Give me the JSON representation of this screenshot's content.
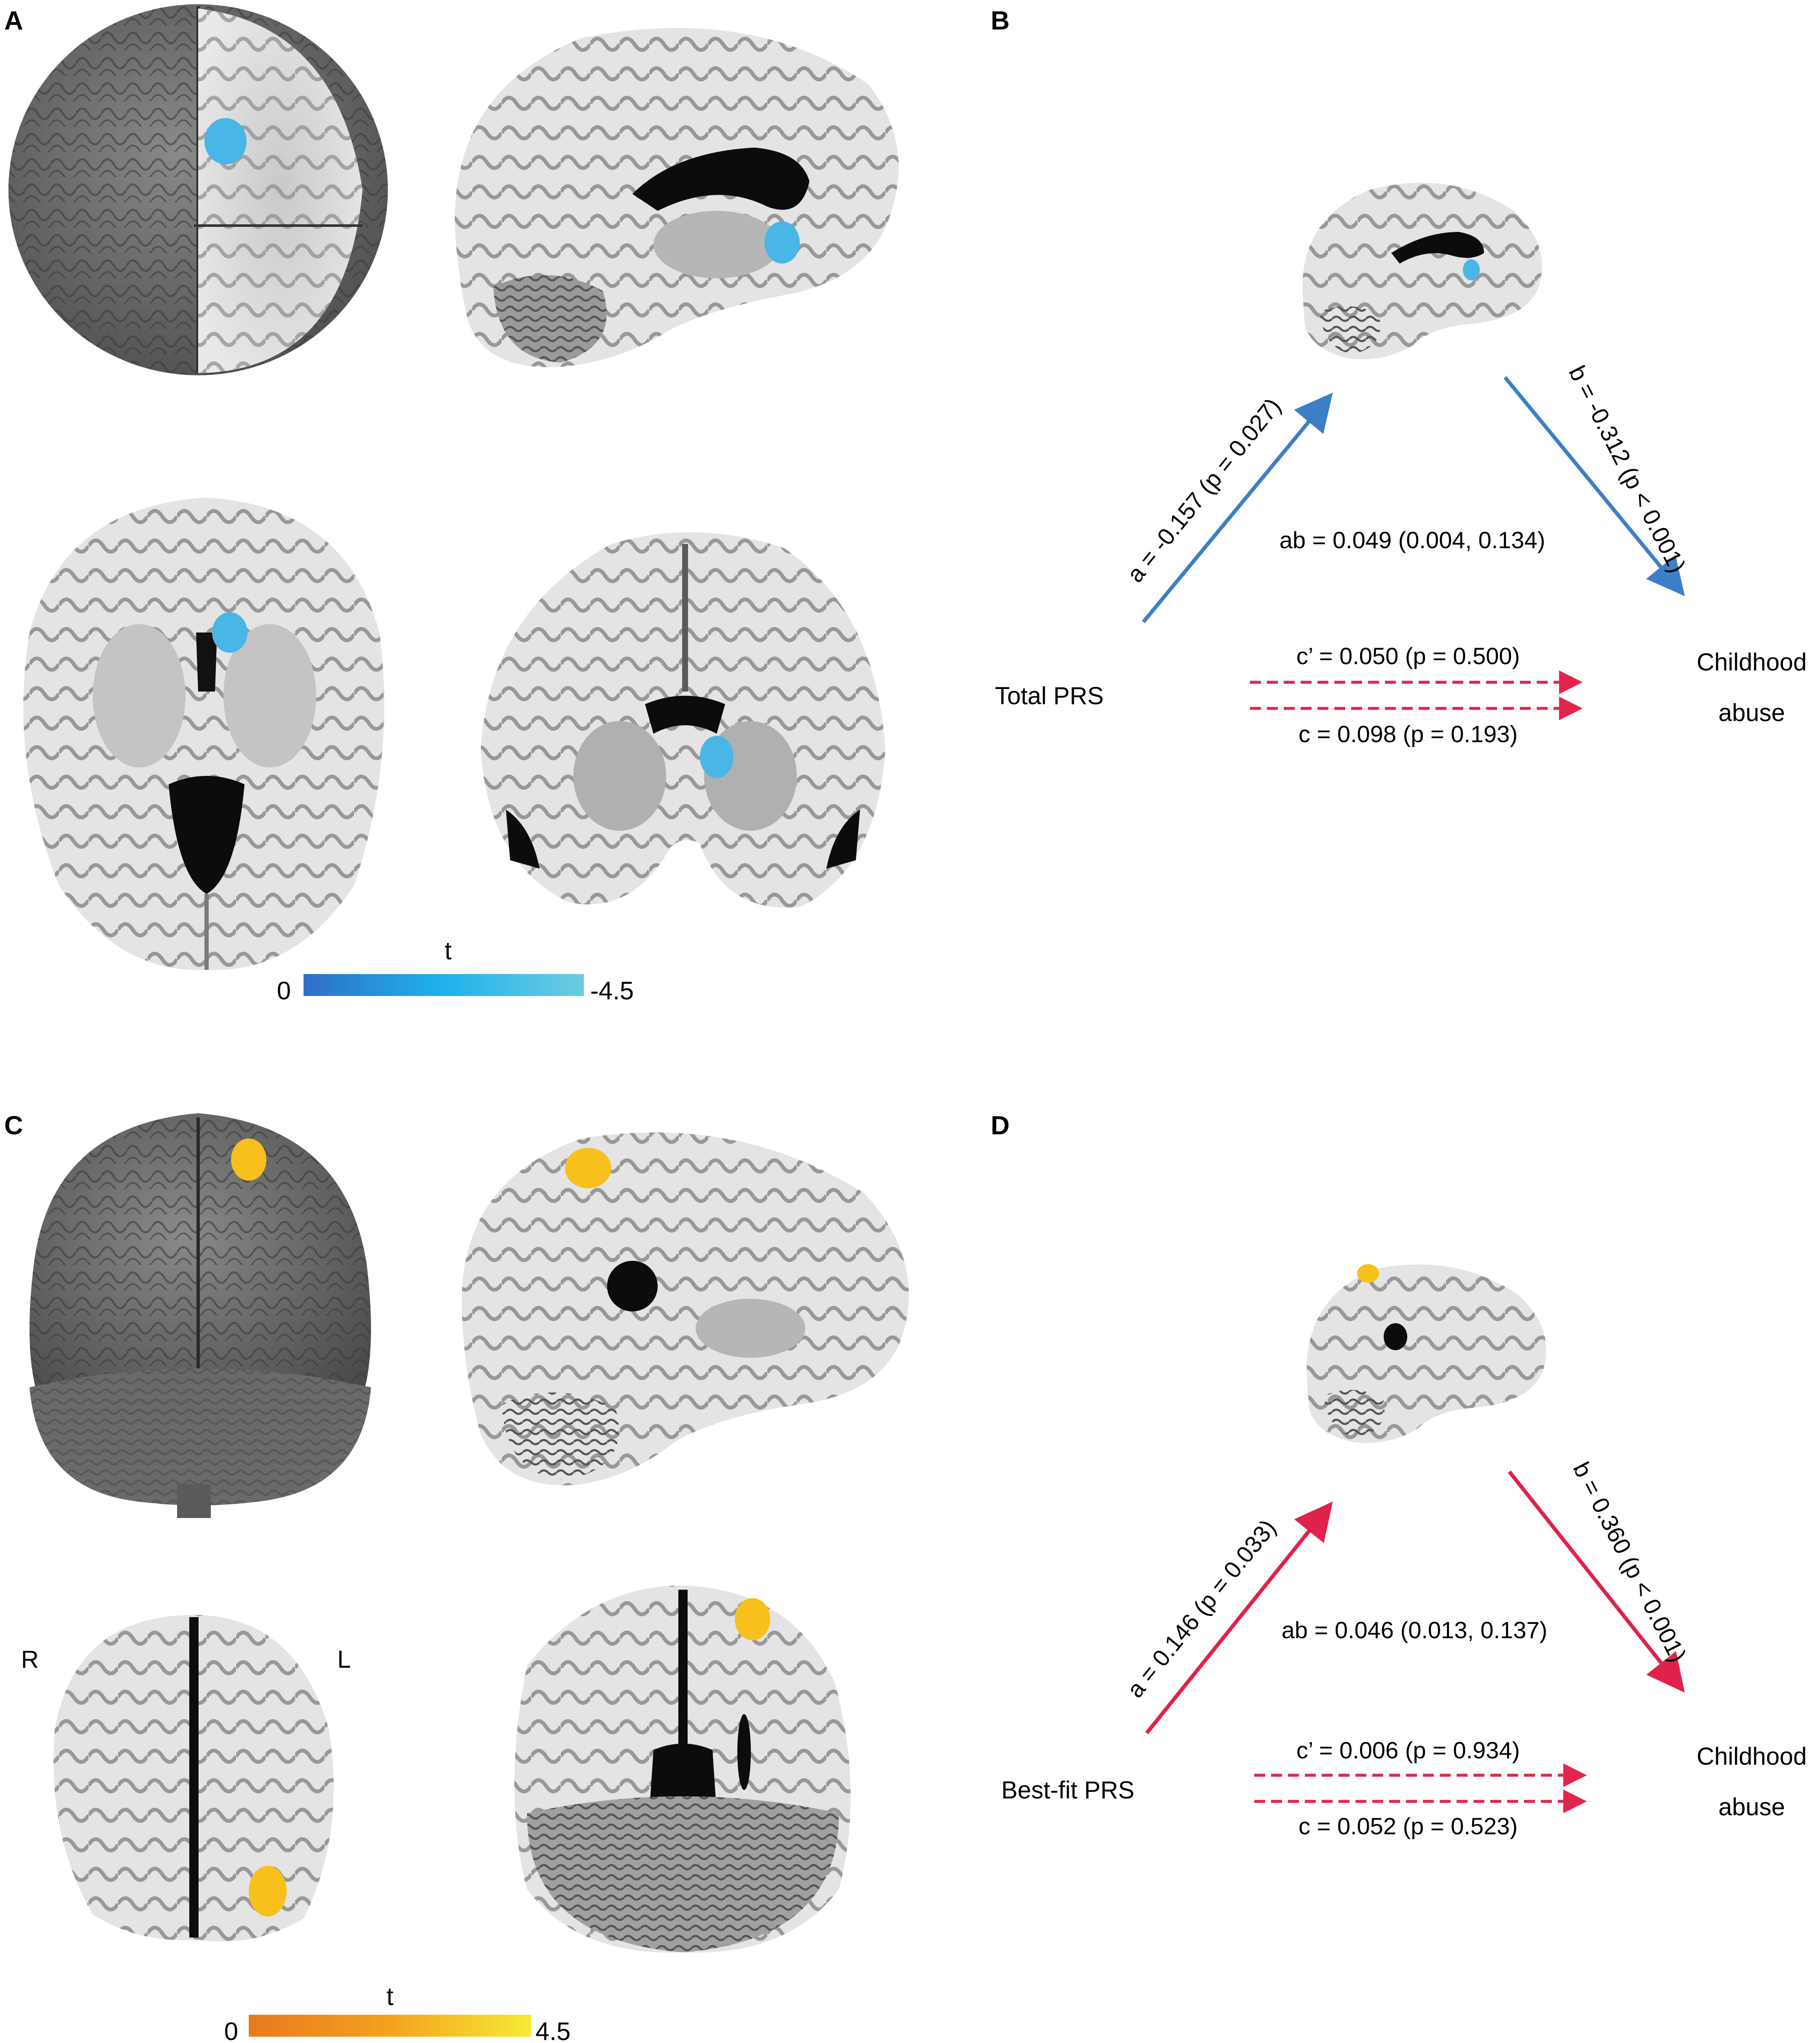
{
  "panels": {
    "A": {
      "label": "A",
      "colorbar": {
        "title": "t",
        "min_label": "0",
        "max_label": "-4.5",
        "colors": [
          "#2f6fc8",
          "#1eb2ea",
          "#6ccbe0"
        ]
      }
    },
    "B": {
      "label": "B",
      "predictor": "Total PRS",
      "outcome_line1": "Childhood",
      "outcome_line2": "abuse",
      "path_a": "a = -0.157 (p = 0.027)",
      "path_b": "b = -0.312 (p < 0.001)",
      "path_ab": "ab = 0.049 (0.004, 0.134)",
      "path_c_prime": "c’ = 0.050 (p = 0.500)",
      "path_c": "c = 0.098 (p = 0.193)",
      "arrow_color": "#3d7fc6",
      "direct_color": "#e2264a"
    },
    "C": {
      "label": "C",
      "right_label": "R",
      "left_label": "L",
      "colorbar": {
        "title": "t",
        "min_label": "0",
        "max_label": "4.5",
        "colors": [
          "#e8791f",
          "#f4a21e",
          "#f6ea36"
        ]
      }
    },
    "D": {
      "label": "D",
      "predictor": "Best-fit PRS",
      "outcome_line1": "Childhood",
      "outcome_line2": "abuse",
      "path_a": "a = 0.146 (p = 0.033)",
      "path_b": "b = 0.360 (p < 0.001)",
      "path_ab": "ab = 0.046 (0.013, 0.137)",
      "path_c_prime": "c’ = 0.006 (p = 0.934)",
      "path_c": "c = 0.052 (p = 0.523)",
      "arrow_color": "#e0224a",
      "direct_color": "#e2264a"
    }
  },
  "colors": {
    "blue_cluster": "#49b6e6",
    "yellow_cluster": "#f7c01d",
    "brain_surface": "#6e6e6e",
    "white_matter": "#e6e6e6",
    "gray_matter": "#8c8c8c",
    "ventricle": "#0a0a0a"
  }
}
